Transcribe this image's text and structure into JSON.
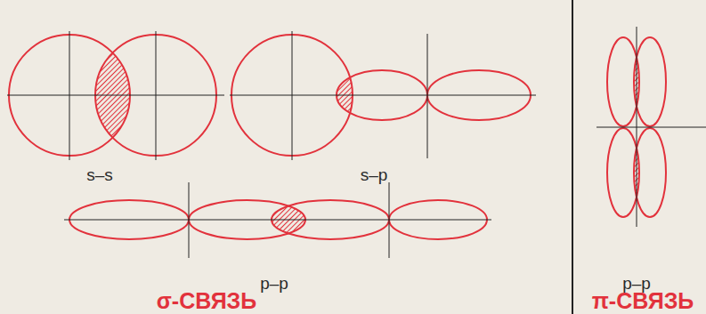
{
  "diagram": {
    "labels": [
      "s–s",
      "s–p",
      "p–p",
      "σ-СВЯЗЬ",
      "p–p",
      "π-СВЯЗЬ"
    ]
  }
}
